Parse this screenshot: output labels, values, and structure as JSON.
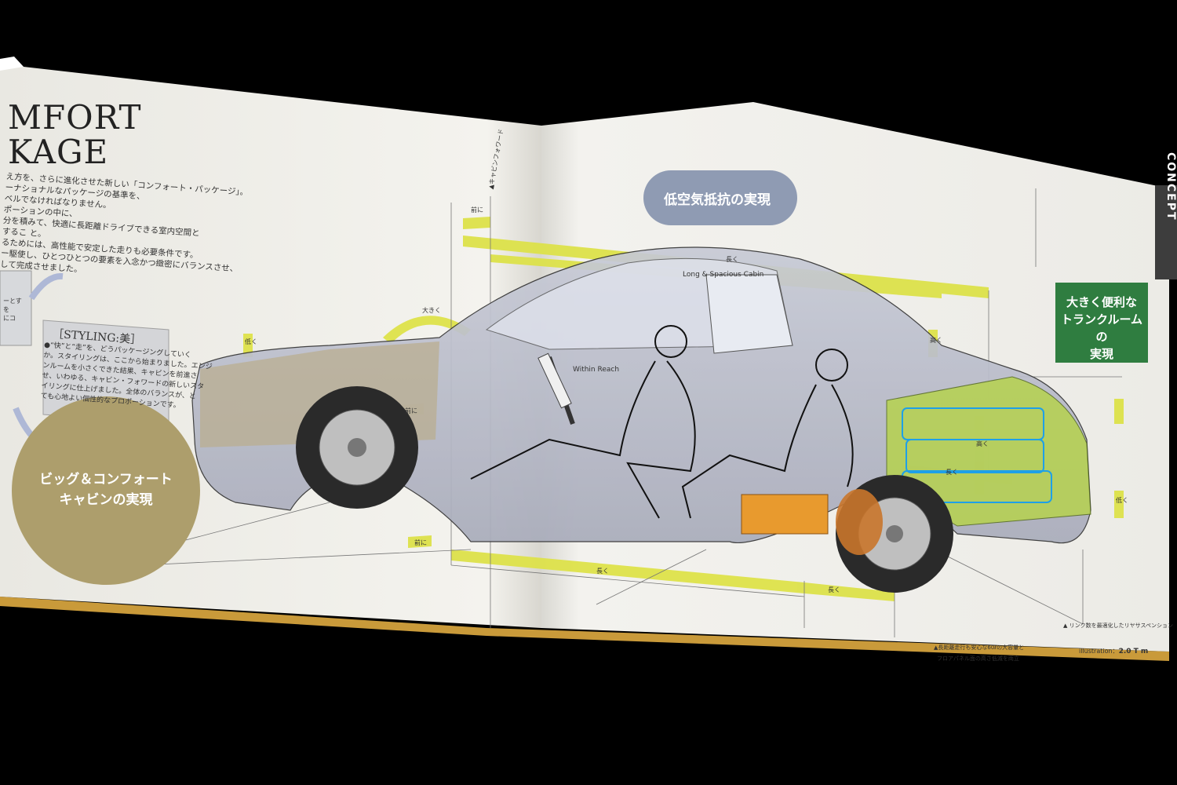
{
  "page": {
    "heading_line1": "MFORT",
    "heading_line2": "KAGE",
    "concept_tab": "CONCEPT",
    "intro_lines": [
      "え方を、さらに進化させた新しい「コンフォート・パッケージ」。",
      "ーナショナルなパッケージの基準を、",
      "ベルでなければなりません。",
      "ポーションの中に、",
      "分を積みて、快適に長距離ドライブできる室内空間と",
      "するこ と。",
      "るためには、高性能で安定した走りも必要条件です。",
      "ー駆使し、ひとつひとつの要素を入念かつ緻密にバランスさせ、",
      "して完成させました。"
    ],
    "styling_box": {
      "title": "［STYLING:美］",
      "body_lines": [
        "●“快”と“走”を、どうパッケージングしていく",
        "か。スタイリングは、ここから始まりました。エンジ",
        "ンルームを小さくできた結果、キャビンを前進さ",
        "せ、いわゆる、キャビン・フォワードの新しいスタ",
        "イリングに仕上げました。全体のバランスが、と",
        "ても心地よい個性的なプロポーションです。"
      ]
    },
    "left_box_fragments": [
      "ーとす",
      "を",
      "にコ"
    ],
    "callouts": {
      "gold_circle_lines": [
        "ビッグ＆コンフォート",
        "キャビンの実現"
      ],
      "aero_pill": "低空気抵抗の実現",
      "trunk_box_lines": [
        "大きく便利な",
        "トランクルームの",
        "実現"
      ]
    },
    "diagram_labels": {
      "long_spacious_cabin": "Long & Spacious Cabin",
      "within_reach": "Within Reach",
      "mae_ni_1": "前に",
      "mae_ni_2": "前に",
      "mae_ni_3": "前に",
      "ookiku": "大きく",
      "hikuku": "低く",
      "nagaku_top": "長く",
      "nagaku_bottom": "長く",
      "nagaku_2": "長く",
      "nagaku_trunk": "長く",
      "takaku": "高く",
      "takaku_trunk": "高く",
      "hikuku_rear": "低く",
      "cabin_forward": "▲キャビンフォワード",
      "rear_note": "▲ リンク数を最適化したリヤサスペンション",
      "fuel_note_1": "▲長距離走行も安心な60ℓの大容量と",
      "fuel_note_2": "フロアパネル面の高さ低減を両立"
    },
    "credit_label": "illustration：",
    "credit_name": "2.0 T m",
    "colors": {
      "page_paper": "#f2f1ec",
      "yellow_band": "#dde24a",
      "gold_circle": "#ad9e6c",
      "aero_pill": "#8f9bb3",
      "trunk_green": "#2f7d40",
      "tank_orange": "#e89a2e",
      "trunk_tint": "#b6d24e"
    }
  }
}
